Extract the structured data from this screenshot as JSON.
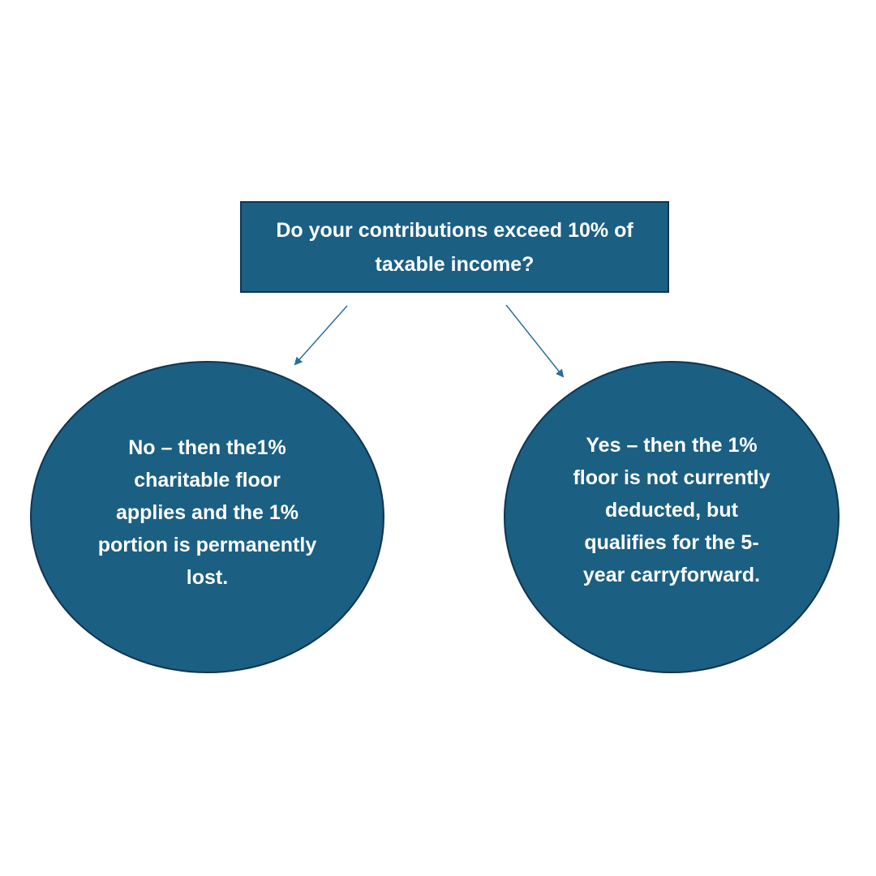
{
  "question": {
    "text": "Do your contributions exceed 10% of taxable income?"
  },
  "branches": [
    {
      "answer": "no",
      "text": "No – then the1% charitable floor applies and the 1% portion is permanently lost."
    },
    {
      "answer": "yes",
      "text": "Yes – then the 1% floor is not currently deducted, but qualifies for the 5-year carryforward."
    }
  ],
  "colors": {
    "node_fill": "#1b5f83",
    "node_border": "#0f3550",
    "text": "#ffffff",
    "arrow": "#2e6f94"
  }
}
